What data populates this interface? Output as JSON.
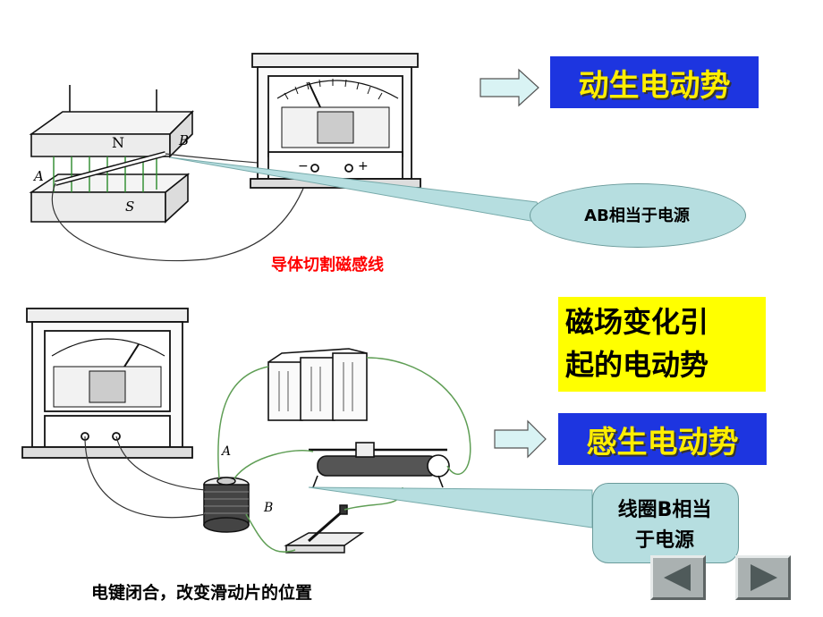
{
  "boxes": {
    "motional_emf": "动生电动势",
    "field_change_emf_line1": "磁场变化引",
    "field_change_emf_line2": "起的电动势",
    "induced_emf": "感生电动势"
  },
  "captions": {
    "top": "导体切割磁感线",
    "bottom": "电键闭合，改变滑动片的位置"
  },
  "callouts": {
    "ab_source": "AB相当于电源",
    "coil_line1": "线圈B相当",
    "coil_line2": "于电源"
  },
  "diagram_labels": {
    "top_N": "N",
    "top_S": "S",
    "top_A": "A",
    "top_B": "B",
    "meter_minus": "−",
    "meter_plus": "+",
    "bottom_A": "A",
    "bottom_B": "B"
  },
  "nav": {
    "prev_icon": "triangle-left-icon",
    "next_icon": "triangle-right-icon"
  },
  "colors": {
    "blue_box": "#1d35e0",
    "yellow_text": "#ffee00",
    "callout_fill": "#b6dee0",
    "red_caption": "#ff0000",
    "nav_button": "#aab1b1",
    "nav_arrow": "#4f5a5a"
  }
}
